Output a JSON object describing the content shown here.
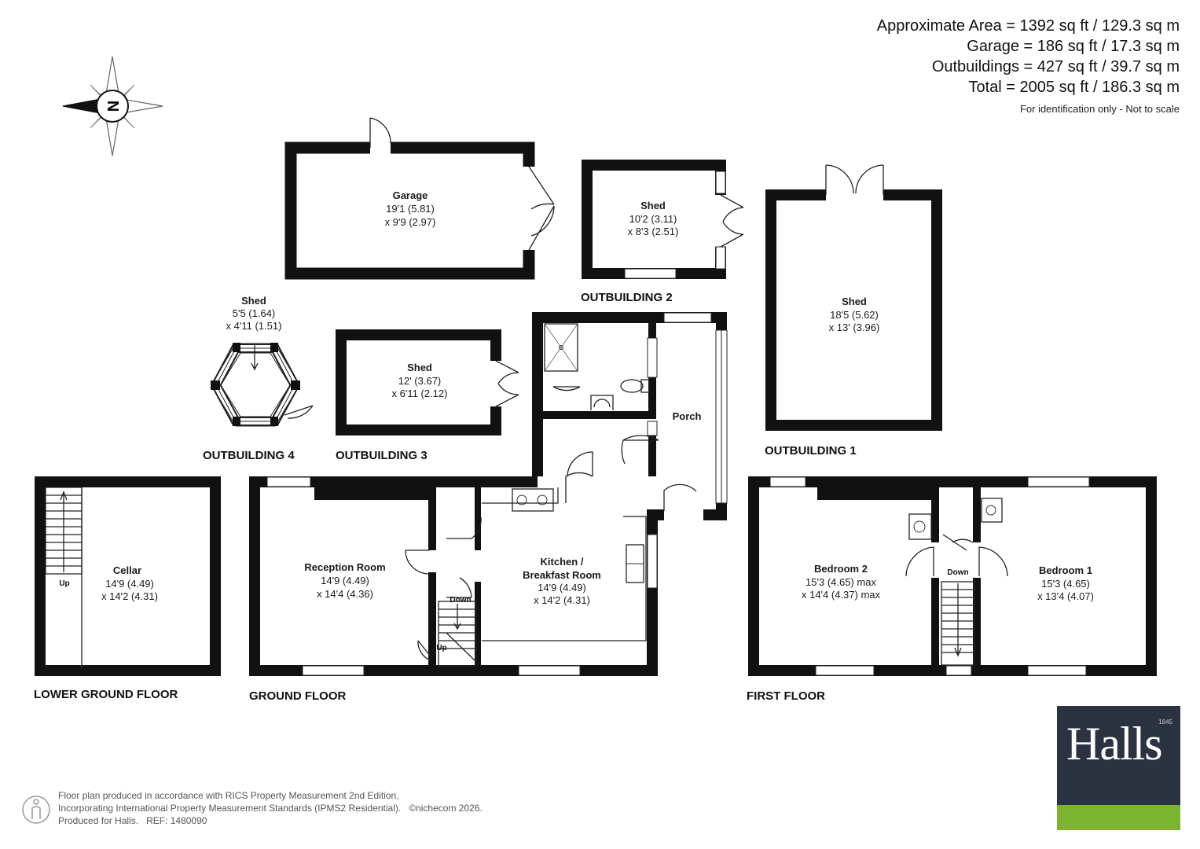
{
  "areas": {
    "approximate": "Approximate Area = 1392 sq ft / 129.3 sq m",
    "garage": "Garage = 186 sq ft / 17.3 sq m",
    "outbuildings": "Outbuildings = 427 sq ft / 39.7 sq m",
    "total": "Total = 2005 sq ft / 186.3 sq m",
    "note": "For identification only - Not to scale"
  },
  "compass": {
    "letter": "N"
  },
  "rooms": {
    "garage": {
      "name": "Garage",
      "dim1": "19'1 (5.81)",
      "dim2": "x 9'9 (2.97)"
    },
    "shed_ob2": {
      "name": "Shed",
      "dim1": "10'2 (3.11)",
      "dim2": "x 8'3 (2.51)"
    },
    "shed_ob1": {
      "name": "Shed",
      "dim1": "18'5 (5.62)",
      "dim2": "x 13' (3.96)"
    },
    "shed_ob4": {
      "name": "Shed",
      "dim1": "5'5 (1.64)",
      "dim2": "x 4'11 (1.51)"
    },
    "shed_ob3": {
      "name": "Shed",
      "dim1": "12' (3.67)",
      "dim2": "x 6'11 (2.12)"
    },
    "porch": {
      "name": "Porch"
    },
    "cellar": {
      "name": "Cellar",
      "dim1": "14'9 (4.49)",
      "dim2": "x 14'2 (4.31)"
    },
    "reception": {
      "name": "Reception Room",
      "dim1": "14'9 (4.49)",
      "dim2": "x 14'4 (4.36)"
    },
    "kitchen": {
      "name1": "Kitchen /",
      "name2": "Breakfast Room",
      "dim1": "14'9 (4.49)",
      "dim2": "x 14'2 (4.31)"
    },
    "bedroom2": {
      "name": "Bedroom 2",
      "dim1": "15'3 (4.65) max",
      "dim2": "x 14'4 (4.37) max"
    },
    "bedroom1": {
      "name": "Bedroom 1",
      "dim1": "15'3 (4.65)",
      "dim2": "x 13'4 (4.07)"
    }
  },
  "stairs": {
    "cellar_up": "Up",
    "ground_down": "Down",
    "ground_up": "Up",
    "first_down": "Down"
  },
  "labels": {
    "outbuilding1": "OUTBUILDING 1",
    "outbuilding2": "OUTBUILDING 2",
    "outbuilding3": "OUTBUILDING 3",
    "outbuilding4": "OUTBUILDING 4",
    "lower_ground": "LOWER GROUND FLOOR",
    "ground": "GROUND FLOOR",
    "first": "FIRST FLOOR"
  },
  "footer": {
    "line1": "Floor plan produced in accordance with RICS Property Measurement 2nd Edition,",
    "line2": "Incorporating International Property Measurement Standards (IPMS2 Residential).",
    "copyright": "©nichecom 2026.",
    "line3": "Produced for Halls.",
    "ref": "REF: 1480090"
  },
  "logo": {
    "name": "Halls",
    "year": "1845"
  },
  "colors": {
    "wall": "#111111",
    "logo_bg": "#2b3340",
    "logo_bar": "#7cb331"
  }
}
